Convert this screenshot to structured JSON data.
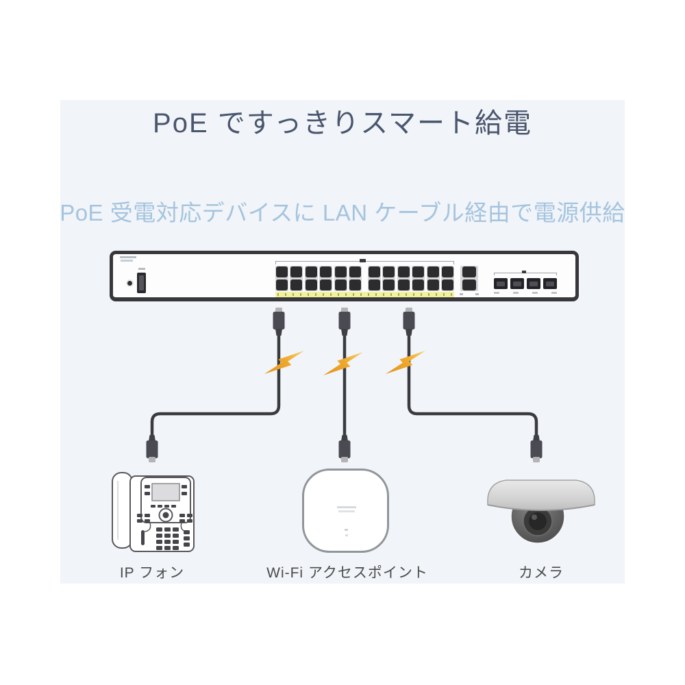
{
  "page": {
    "background_color": "#ffffff",
    "panel_color": "#f1f4f8"
  },
  "header": {
    "title": "PoE ですっきりスマート給電",
    "subtitle": "PoE 受電対応デバイスに LAN ケーブル経由で電源供給"
  },
  "colors": {
    "title_text": "#4a566e",
    "subtitle_text": "#a5c4df",
    "cable": "#3b3b3f",
    "lightning": "#eda42c",
    "poe_port_strip": "#f1f19e",
    "device_label_text": "#4a4a4a"
  },
  "switch": {
    "icon": "network-switch",
    "ethernet_ports": 24,
    "uplink_ports": 2,
    "sfp_ports": 4
  },
  "connections": [
    {
      "icon": "lan-cable",
      "power_icon": "lightning-bolt",
      "device_icon": "ip-phone",
      "device_label": "IP フォン"
    },
    {
      "icon": "lan-cable",
      "power_icon": "lightning-bolt",
      "device_icon": "wifi-access-point",
      "device_label": "Wi-Fi アクセスポイント"
    },
    {
      "icon": "lan-cable",
      "power_icon": "lightning-bolt",
      "device_icon": "dome-camera",
      "device_label": "カメラ"
    }
  ]
}
